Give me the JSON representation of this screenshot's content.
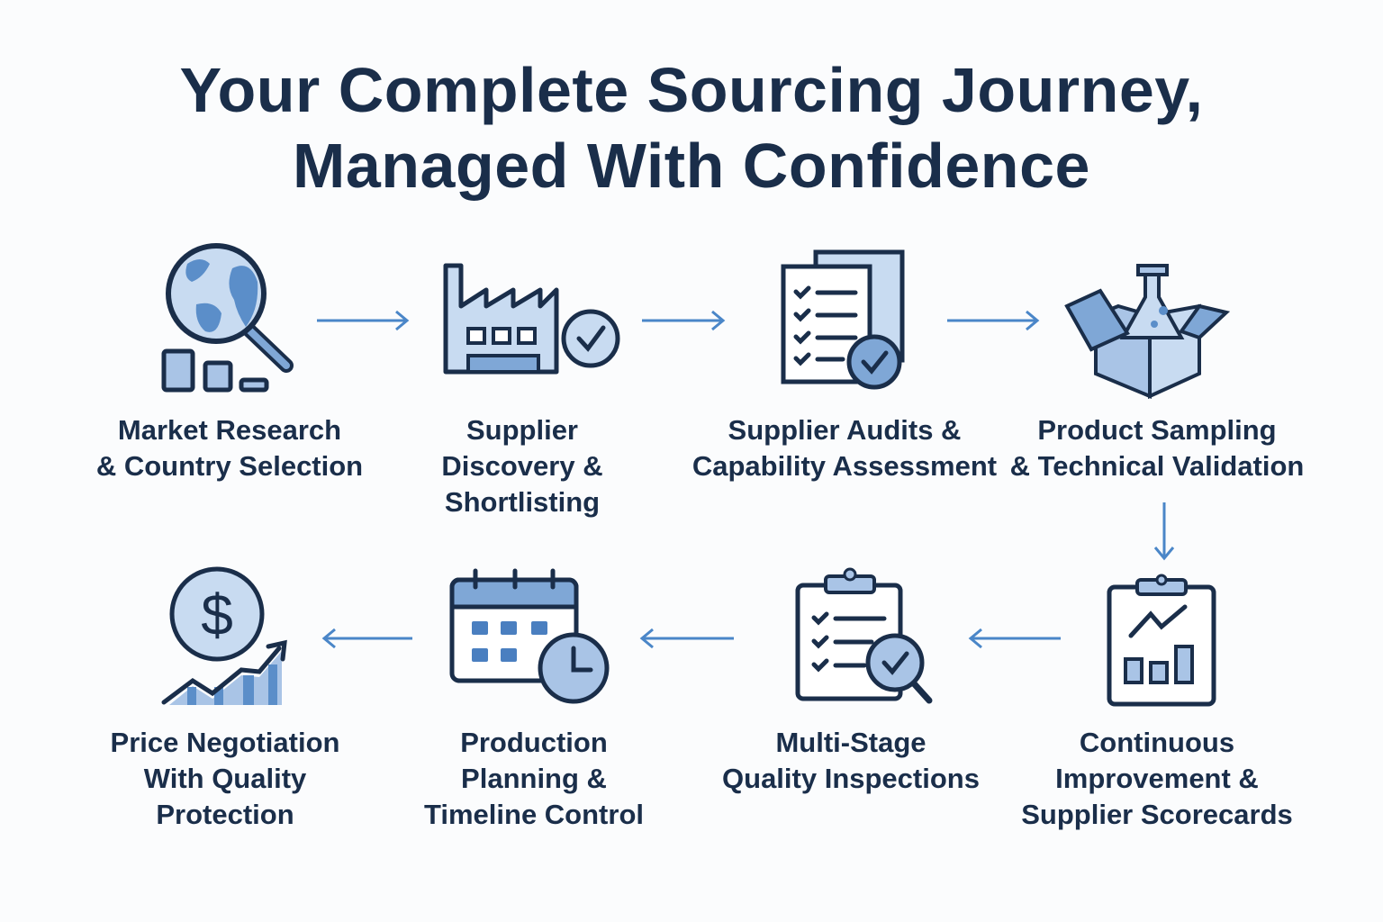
{
  "title": {
    "line1": "Your Complete Sourcing Journey,",
    "line2": "Managed With Confidence"
  },
  "colors": {
    "navy": "#1a2e4a",
    "light": "#c8dbf1",
    "mid": "#5b8ec9",
    "arrow": "#4a86c8"
  },
  "steps": [
    {
      "icon": "globe-search-icon",
      "line1": "Market Research",
      "line2": "& Country Selection",
      "line3": ""
    },
    {
      "icon": "factory-check-icon",
      "line1": "Supplier",
      "line2": "Discovery &",
      "line3": "Shortlisting"
    },
    {
      "icon": "checklist-document-icon",
      "line1": "Supplier Audits &",
      "line2": "Capability Assessment",
      "line3": ""
    },
    {
      "icon": "box-flask-icon",
      "line1": "Product Sampling",
      "line2": "& Technical Validation",
      "line3": ""
    },
    {
      "icon": "clipboard-chart-icon",
      "line1": "Continuous",
      "line2": "Improvement  &",
      "line3": "Supplier Scorecards"
    },
    {
      "icon": "clipboard-inspect-icon",
      "line1": "Multi-Stage",
      "line2": "Quality Inspections",
      "line3": ""
    },
    {
      "icon": "calendar-clock-icon",
      "line1": "Production",
      "line2": "Planning &",
      "line3": "Timeline Control"
    },
    {
      "icon": "dollar-growth-icon",
      "line1": "Price Negotiation",
      "line2": "With Quality",
      "line3": "Protection"
    }
  ]
}
